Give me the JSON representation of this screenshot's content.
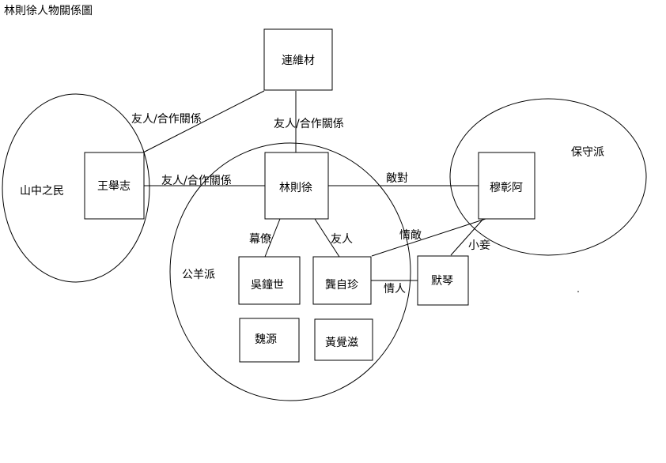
{
  "title": "林則徐人物關係圖",
  "groups": {
    "shanzhong": "山中之民",
    "gongyang": "公羊派",
    "baoshou": "保守派"
  },
  "people": {
    "lianweicai": "連維材",
    "wangjuzhi": "王舉志",
    "linzexu": "林則徐",
    "muzhanga": "穆彰阿",
    "wuzhongshi": "吳鐘世",
    "gongzizhen": "龔自珍",
    "moqin": "默琴",
    "weiyuan": "魏源",
    "huangjuezi": "黃覺滋"
  },
  "relations": {
    "lian_wang": "友人/合作關係",
    "lian_lin": "友人/合作關係",
    "wang_lin": "友人/合作關係",
    "lin_mu": "敵對",
    "lin_wu": "幕僚",
    "lin_gong": "友人",
    "gong_mu": "情敵",
    "gong_mo": "情人",
    "mu_mo": "小妾"
  }
}
